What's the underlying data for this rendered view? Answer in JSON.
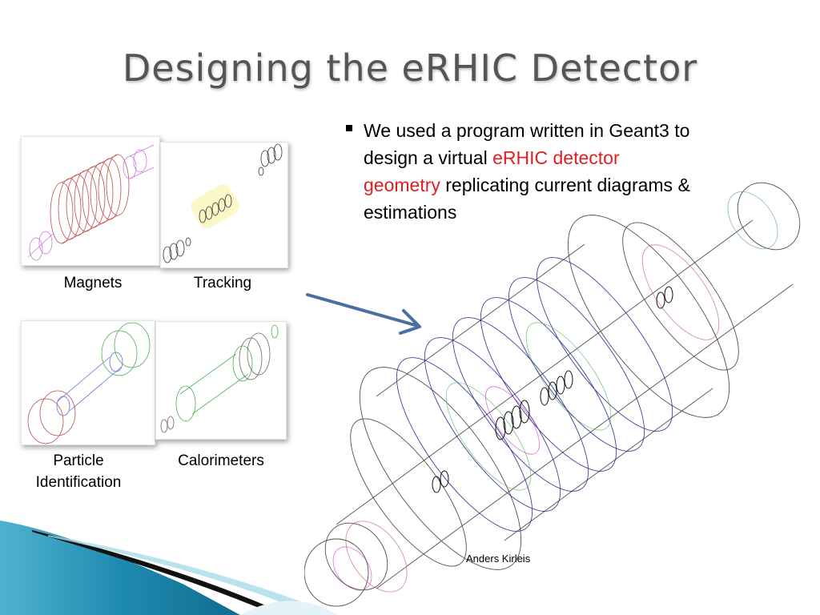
{
  "slide": {
    "title": "Designing the eRHIC Detector",
    "bullet": {
      "part1": "We used a program written in Geant3 to design a virtual ",
      "highlight1": "eRHIC detector",
      "highlight2": "geometry",
      "part2": " replicating current diagrams & estimations"
    },
    "captions": {
      "magnets": "Magnets",
      "tracking": "Tracking",
      "pid_line1": "Particle",
      "pid_line2": "Identification",
      "calorimeters": "Calorimeters"
    },
    "credit": "Anders Kirleis"
  },
  "colors": {
    "title": "#555555",
    "highlight": "#e02020",
    "arrow": "#4a6fa5",
    "corner_teal": "#2a8fb0"
  }
}
